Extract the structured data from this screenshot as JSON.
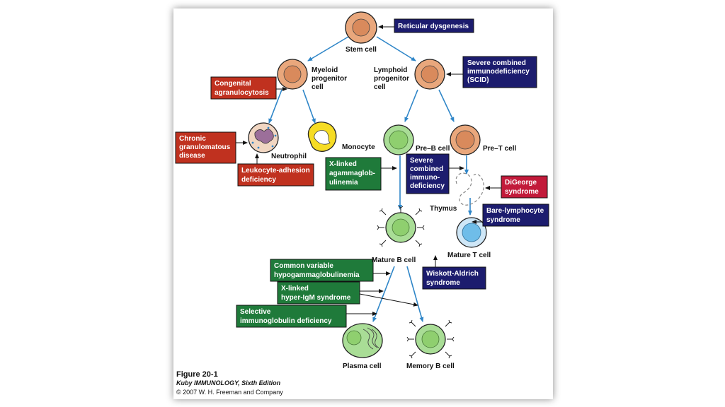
{
  "cells": {
    "stem": "Stem cell",
    "myeloid": [
      "Myeloid",
      "progenitor",
      "cell"
    ],
    "lymphoid": [
      "Lymphoid",
      "progenitor",
      "cell"
    ],
    "neutrophil": "Neutrophil",
    "monocyte": "Monocyte",
    "pre_b": "Pre–B cell",
    "pre_t": "Pre–T cell",
    "thymus": "Thymus",
    "mature_b": "Mature B cell",
    "mature_t": "Mature T cell",
    "plasma": "Plasma cell",
    "memory_b": "Memory B cell"
  },
  "defects": {
    "reticular_dysgenesis": [
      "Reticular dysgenesis"
    ],
    "scid_top": [
      "Severe combined",
      "immunodeficiency",
      "(SCID)"
    ],
    "congenital_agranulocytosis": [
      "Congenital",
      "agranulocytosis"
    ],
    "chronic_granulomatous": [
      "Chronic",
      "granulomatous",
      "disease"
    ],
    "leukocyte_adhesion": [
      "Leukocyte-adhesion",
      "deficiency"
    ],
    "x_linked_agamma": [
      "X-linked",
      "agammaglob-",
      "ulinemia"
    ],
    "scid_mid": [
      "Severe",
      "combined",
      "immuno-",
      "deficiency"
    ],
    "digeorge": [
      "DiGeorge",
      "syndrome"
    ],
    "bare_lymphocyte": [
      "Bare-lymphocyte",
      "syndrome"
    ],
    "cvid": [
      "Common variable",
      "hypogammaglobulinemia"
    ],
    "wiskott_aldrich": [
      "Wiskott-Aldrich",
      "syndrome"
    ],
    "x_linked_hyper_igm": [
      "X-linked",
      "hyper-IgM syndrome"
    ],
    "selective_ig": [
      "Selective",
      "immunoglobulin deficiency"
    ]
  },
  "caption": {
    "figure": "Figure 20-1",
    "book": "Kuby IMMUNOLOGY, Sixth Edition",
    "copyright": "© 2007 W. H. Freeman and Company"
  },
  "colors": {
    "navy_box": "#1c1c6e",
    "red_box": "#c0311f",
    "green_box": "#1f7a3a",
    "crimson_box": "#c21a3a",
    "arrow_blue": "#2f86c8",
    "tan_cell": "#e9a77c",
    "green_cell": "#a9dd96",
    "blue_cell": "#a9d7f3",
    "yellow_cell": "#f6dc24"
  }
}
